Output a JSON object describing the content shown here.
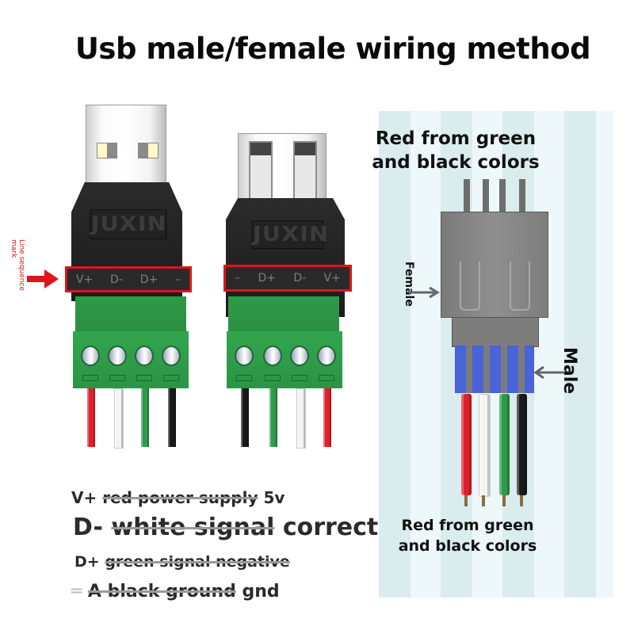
{
  "title": "Usb male/female wiring method",
  "line_sequence_mark": "Line sequence mark",
  "male_connector": {
    "brand": "JUXIN",
    "pins": [
      "V+",
      "D-",
      "D+",
      "–"
    ],
    "wire_colors": [
      "#e0202a",
      "#f4f4f4",
      "#2e9a4a",
      "#1a1a1a"
    ]
  },
  "female_connector": {
    "brand": "JUXIN",
    "pins": [
      "–",
      "D+",
      "D-",
      "V+"
    ],
    "wire_colors": [
      "#1a1a1a",
      "#2e9a4a",
      "#f4f4f4",
      "#e0202a"
    ]
  },
  "legend": [
    {
      "prefix": "V+",
      "struck": "red power supply",
      "suffix": " 5v"
    },
    {
      "prefix": "D-",
      "struck": "white signal",
      "suffix": " correct"
    },
    {
      "prefix": "D+",
      "struck": "green signal negative",
      "suffix": ""
    },
    {
      "prefix": "═",
      "struck": " A black ground",
      "suffix": " gnd"
    }
  ],
  "diagram": {
    "top_caption_line1": "Red from green",
    "top_caption_line2": "and black colors",
    "female_label": "Female",
    "male_label": "Male",
    "bottom_caption_line1": "Red from green",
    "bottom_caption_line2": "and black colors",
    "wire_colors": [
      "#e0202a",
      "#f4f4f4",
      "#2e9a4a",
      "#1a1a1a"
    ]
  },
  "colors": {
    "accent_red": "#e0141a",
    "terminal_green": "#2e9a4a",
    "male_insert_blue": "#4a63d8"
  }
}
